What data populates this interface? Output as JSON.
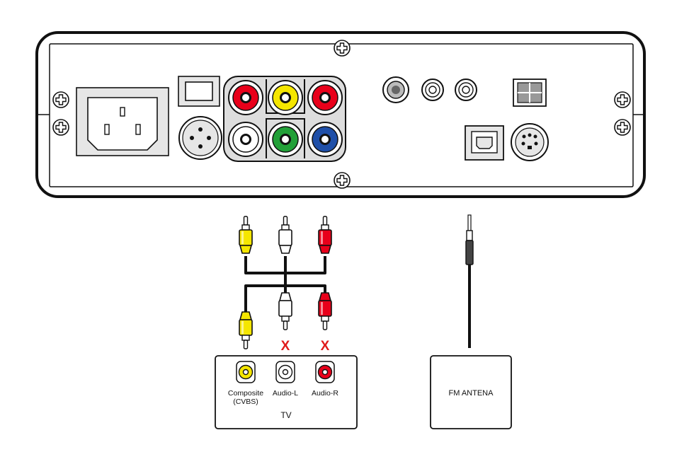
{
  "tv": {
    "title": "TV",
    "inputs": {
      "composite_line1": "Composite",
      "composite_line2": "(CVBS)",
      "audio_l": "Audio-L",
      "audio_r": "Audio-R"
    }
  },
  "fm_antenna": {
    "label": "FM ANTENA"
  },
  "not_connected_mark": "X",
  "colors": {
    "yellow": "#f5e600",
    "white": "#ffffff",
    "red": "#e8001a",
    "green": "#22a038",
    "blue": "#1f4fa8",
    "not_connected": "#e01a1a",
    "outline": "#111111",
    "panel_fill": "#eeeeee"
  }
}
